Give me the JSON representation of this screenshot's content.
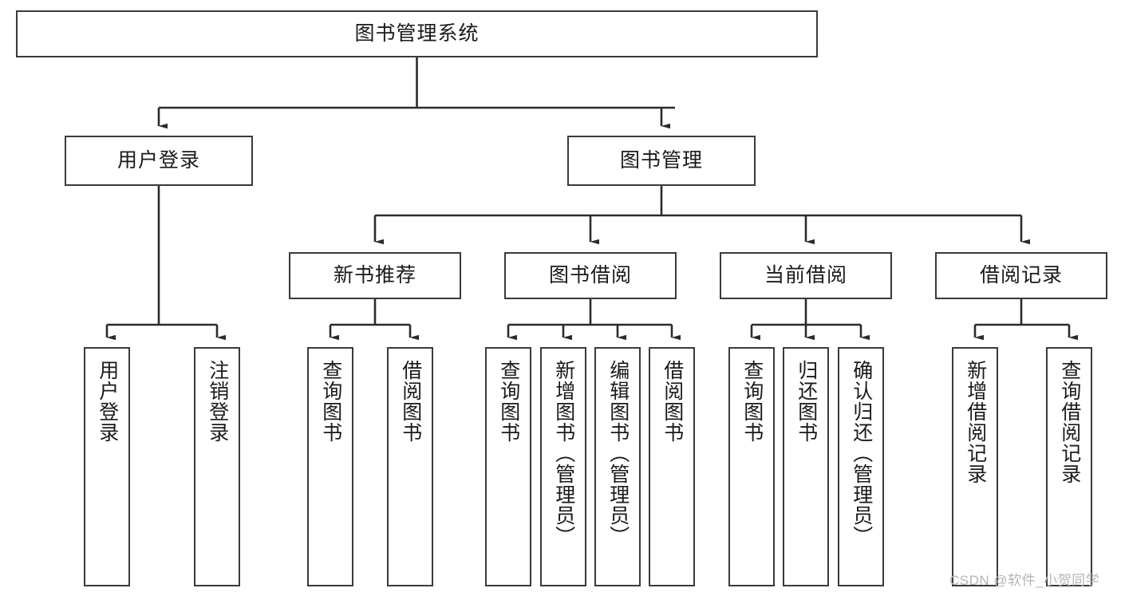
{
  "diagram": {
    "title": "图书管理系统",
    "type": "功能结构图",
    "watermark": "CSDN @软件_小贺同学",
    "colors": {
      "box_border": "#3a3a3a",
      "box_fill": "#ffffff",
      "connector": "#2b2b2b",
      "text": "#1a1a1a",
      "watermark": "#b4b4b4"
    },
    "root": {
      "label": "图书管理系统"
    },
    "level2": [
      {
        "label": "用户登录"
      },
      {
        "label": "图书管理"
      }
    ],
    "level3": [
      {
        "label": "新书推荐"
      },
      {
        "label": "图书借阅"
      },
      {
        "label": "当前借阅"
      },
      {
        "label": "借阅记录"
      }
    ],
    "leaves": {
      "user_login": [
        {
          "label": "用户登录"
        },
        {
          "label": "注销登录"
        }
      ],
      "new_book_recommend": [
        {
          "label": "查询图书"
        },
        {
          "label": "借阅图书"
        }
      ],
      "book_borrow": [
        {
          "label": "查询图书"
        },
        {
          "label": "新增图书（管理员）"
        },
        {
          "label": "编辑图书（管理员）"
        },
        {
          "label": "借阅图书"
        }
      ],
      "current_borrow": [
        {
          "label": "查询图书"
        },
        {
          "label": "归还图书"
        },
        {
          "label": "确认归还（管理员）"
        }
      ],
      "borrow_record": [
        {
          "label": "新增借阅记录"
        },
        {
          "label": "查询借阅记录"
        }
      ]
    }
  }
}
